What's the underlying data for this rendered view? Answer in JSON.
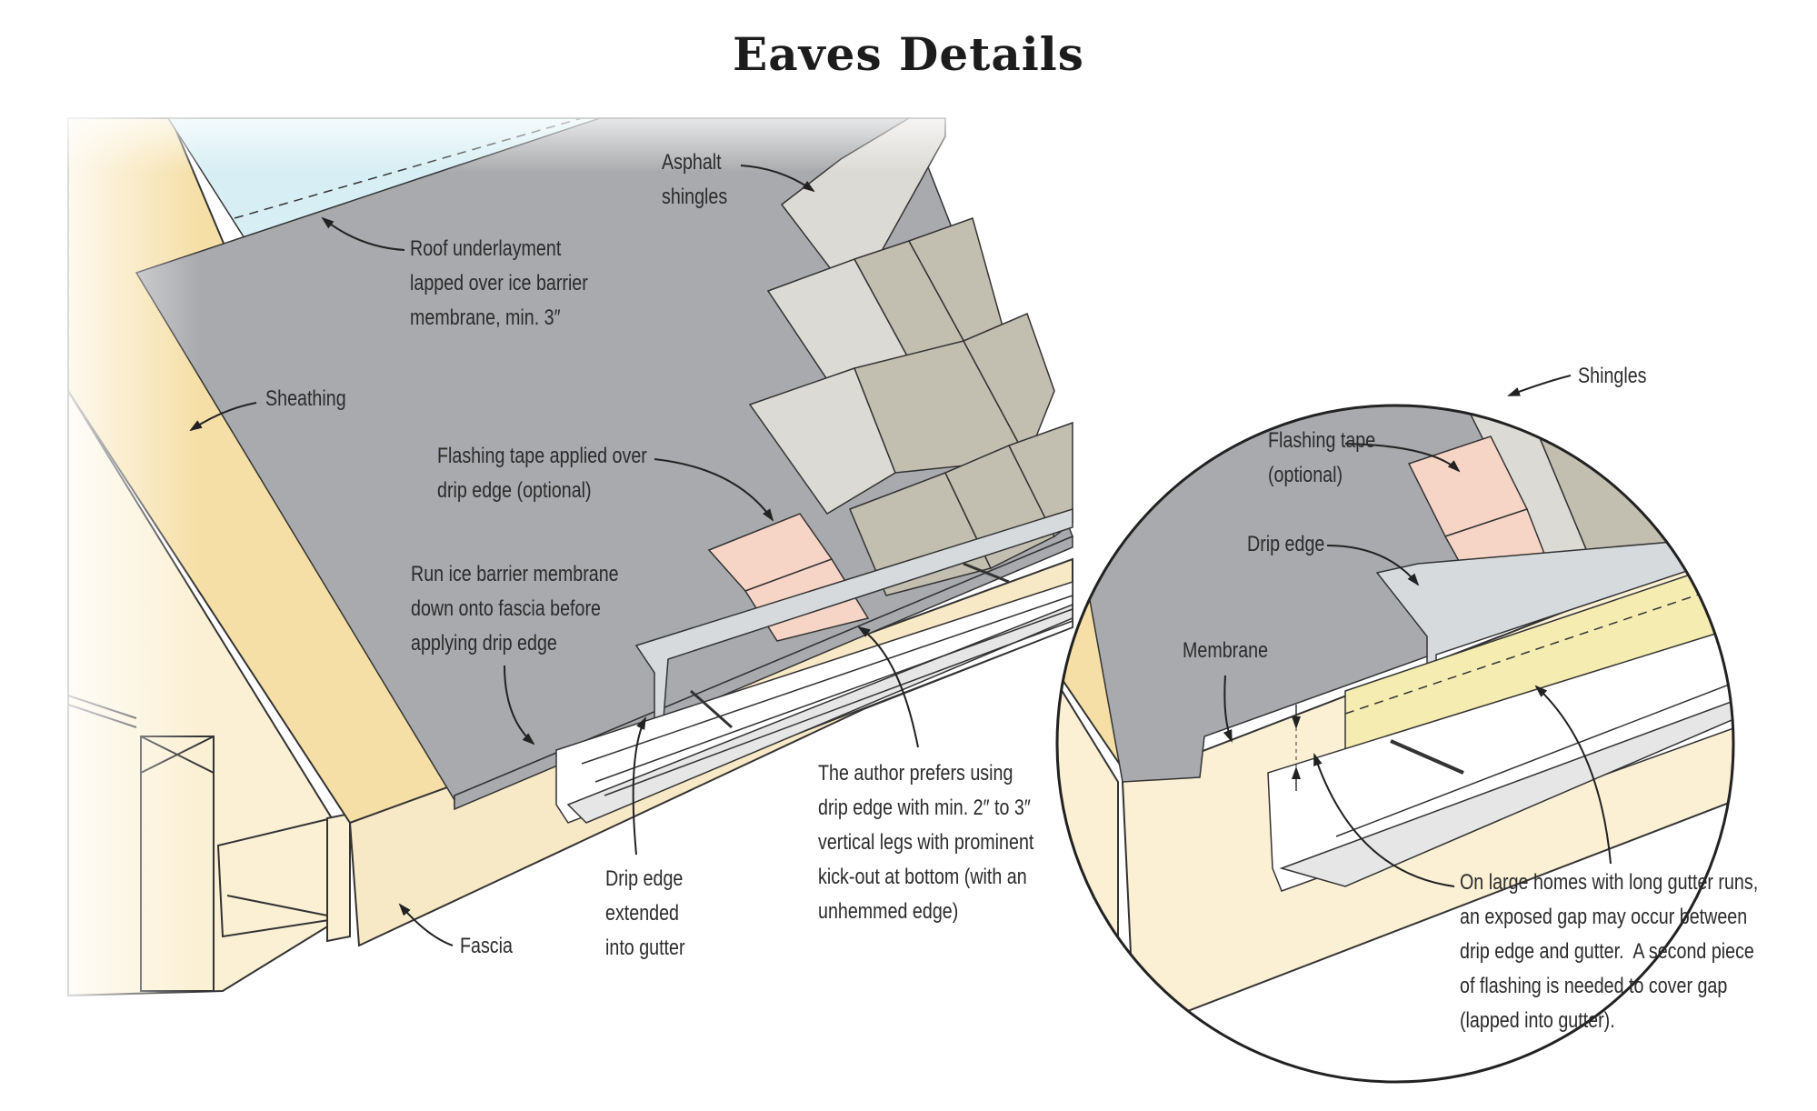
{
  "title": "Eaves Details",
  "labels": {
    "asphalt_shingles": "Asphalt\nshingles",
    "roof_underlayment": "Roof underlayment\nlapped over ice barrier\nmembrane, min. 3″",
    "sheathing": "Sheathing",
    "flashing_tape_main": "Flashing tape applied over\ndrip edge (optional)",
    "run_ice_barrier": "Run ice barrier membrane\ndown onto fascia before\napplying drip edge",
    "author_prefers": "The author prefers using\ndrip edge with min. 2″ to 3″\nvertical legs with prominent\nkick-out at bottom (with an\nunhemmed edge)",
    "drip_edge_extended": "Drip edge\nextended\ninto gutter",
    "fascia": "Fascia",
    "shingles_detail": "Shingles",
    "flashing_tape_detail": "Flashing tape\n(optional)",
    "drip_edge_detail": "Drip edge",
    "membrane_detail": "Membrane",
    "large_homes_note": "On large homes with long gutter runs,\nan exposed gap may occur between\ndrip edge and gutter.  A second piece\nof flashing is needed to cover gap\n(lapped into gutter)."
  },
  "colors": {
    "membrane": "#a8aaad",
    "sheathing": "#f5dfa6",
    "wall": "#fbf0d4",
    "underlayment": "#d6eef4",
    "shingle_light": "#dcdad5",
    "shingle_dark": "#c2bfb1",
    "flashing_tape": "#f7d5c6",
    "drip_edge": "#d6dadd",
    "gap_flashing": "#f4ecb0",
    "line": "#222222"
  }
}
